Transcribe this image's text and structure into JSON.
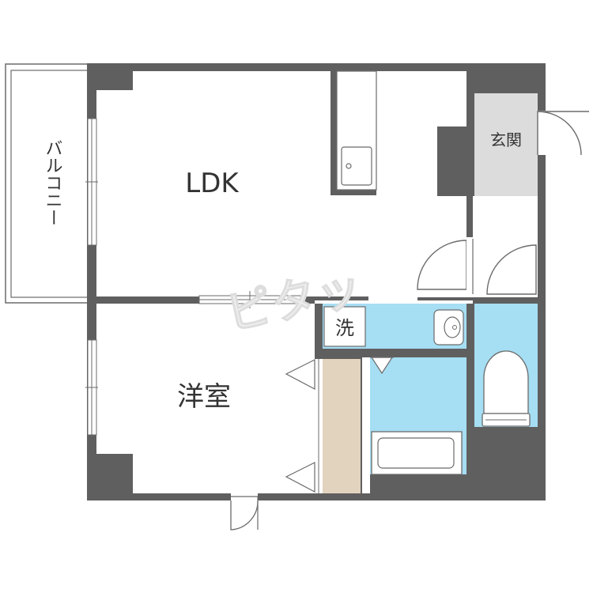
{
  "floorplan": {
    "rooms": {
      "ldk": "LDK",
      "western_room": "洋室",
      "entrance": "玄関",
      "balcony": "バルコニー",
      "washroom": "洗"
    },
    "watermark": "ピタッ",
    "colors": {
      "wall": "#5f5f5f",
      "wet_area": "#a6def3",
      "entrance_floor": "#dcdcdc",
      "storage": "#e2d3be",
      "line": "#6b6b6b"
    }
  }
}
